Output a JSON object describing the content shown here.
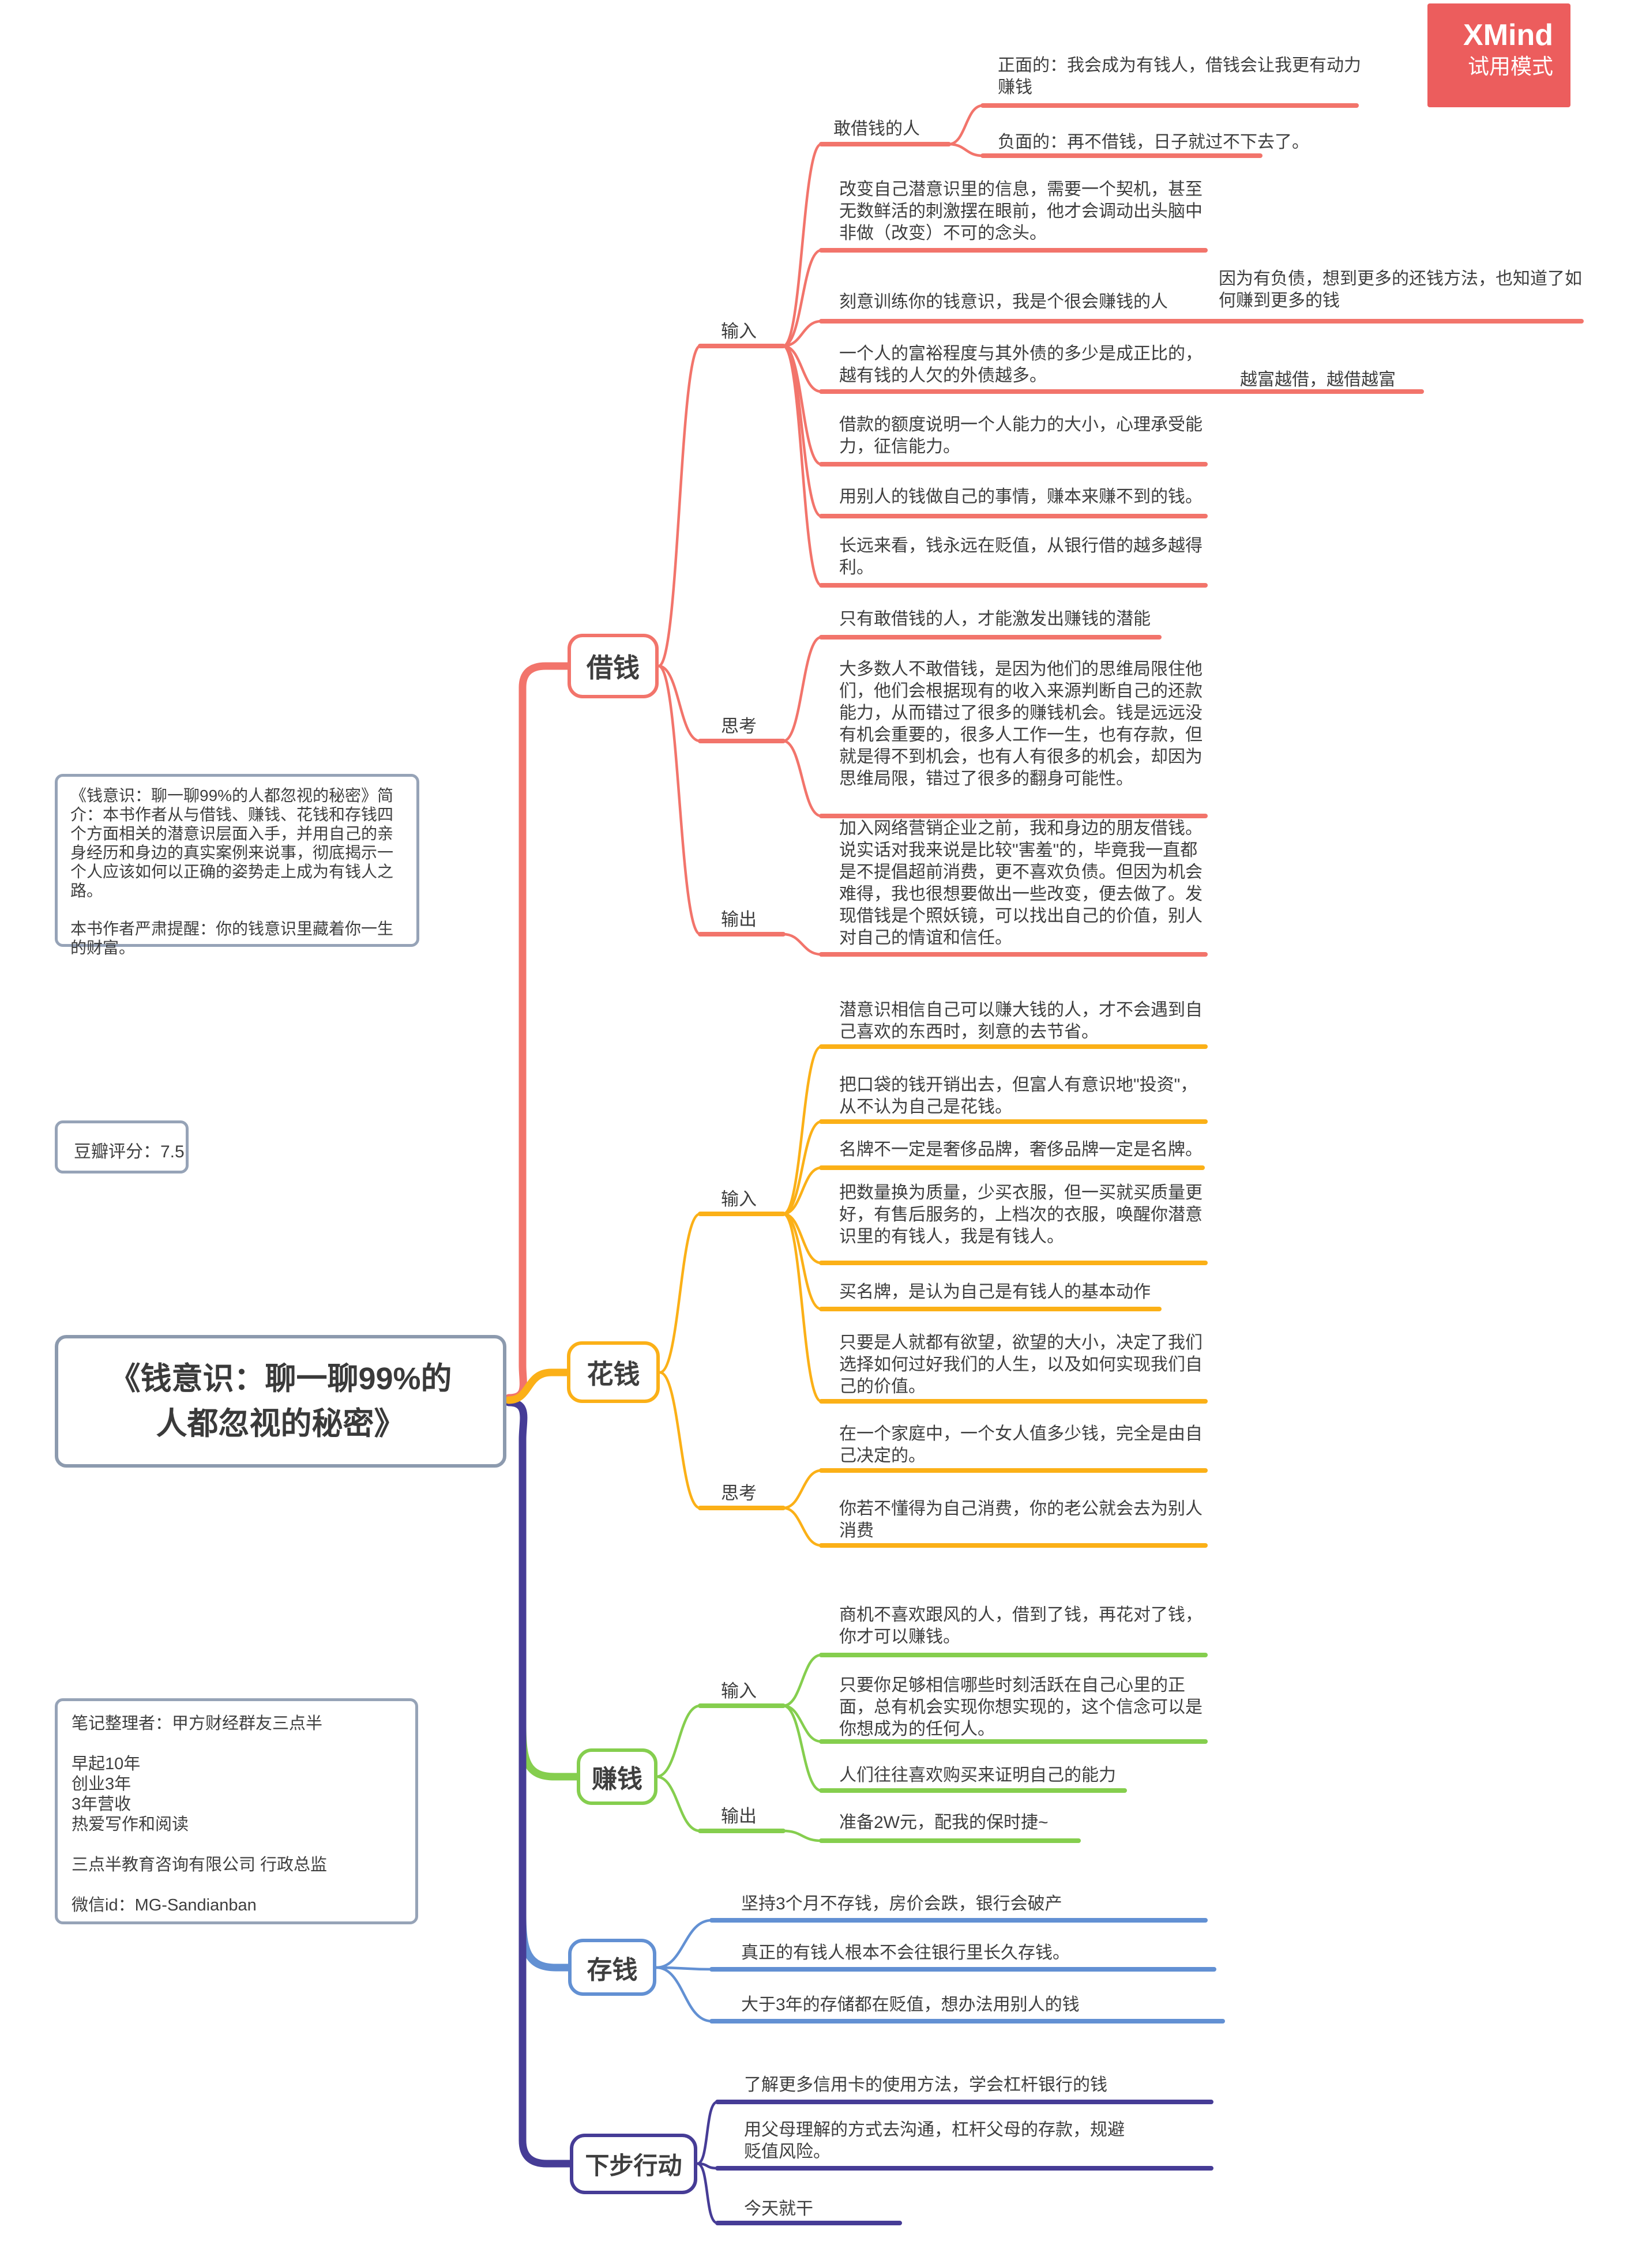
{
  "logo": {
    "title": "XMind",
    "mode": "试用模式"
  },
  "floating": {
    "intro": "《钱意识：聊一聊99%的人都忽视的秘密》简介：本书作者从与借钱、赚钱、花钱和存钱四个方面相关的潜意识层面入手，并用自己的亲身经历和身边的真实案例来说事，彻底揭示一个人应该如何以正确的姿势走上成为有钱人之路。\n\n本书作者严肃提醒：你的钱意识里藏着你一生的财富。",
    "douban": "豆瓣评分：7.5",
    "organizer": "笔记整理者：甲方财经群友三点半\n\n早起10年\n创业3年\n3年营收\n热爱写作和阅读\n\n三点半教育咨询有限公司 行政总监\n\n微信id：MG-Sandianban"
  },
  "map": {
    "central_title": "《钱意识：聊一聊99%的\n人都忽视的秘密》",
    "colors": {
      "borrow": "#f2746b",
      "spend": "#fbb017",
      "earn": "#85ce4e",
      "save": "#6290d3",
      "next": "#463c96"
    },
    "branches": {
      "borrow": {
        "label": "借钱",
        "input_label": "输入",
        "think_label": "思考",
        "output_label": "输出",
        "input": {
          "dare": "敢借钱的人",
          "dare_positive": "正面的：我会成为有钱人，借钱会让我更有动力赚钱",
          "dare_negative": "负面的：再不借钱，日子就过不下去了。",
          "change": "改变自己潜意识里的信息，需要一个契机，甚至无数鲜活的刺激摆在眼前，他才会调动出头脑中非做（改变）不可的念头。",
          "train": "刻意训练你的钱意识，我是个很会赚钱的人",
          "train_debt": "因为有负债，想到更多的还钱方法，也知道了如何赚到更多的钱",
          "rich_ratio": "一个人的富裕程度与其外债的多少是成正比的，越有钱的人欠的外债越多。",
          "rich_loop": "越富越借，越借越富",
          "quota": "借款的额度说明一个人能力的大小，心理承受能力，征信能力。",
          "use_others": "用别人的钱做自己的事情，赚本来赚不到的钱。",
          "devalue": "长远来看，钱永远在贬值，从银行借的越多越得利。"
        },
        "think": {
          "dare_potential": "只有敢借钱的人，才能激发出赚钱的潜能",
          "majority": "大多数人不敢借钱，是因为他们的思维局限住他们，他们会根据现有的收入来源判断自己的还款能力，从而错过了很多的赚钱机会。钱是远远没有机会重要的，很多人工作一生，也有存款，但就是得不到机会，也有人有很多的机会，却因为思维局限，错过了很多的翻身可能性。"
        },
        "output": {
          "join": "加入网络营销企业之前，我和身边的朋友借钱。说实话对我来说是比较\"害羞\"的，毕竟我一直都是不提倡超前消费，更不喜欢负债。但因为机会难得，我也很想要做出一些改变，便去做了。发现借钱是个照妖镜，可以找出自己的价值，别人对自己的情谊和信任。"
        }
      },
      "spend": {
        "label": "花钱",
        "input_label": "输入",
        "think_label": "思考",
        "input": {
          "subconscious": "潜意识相信自己可以赚大钱的人，才不会遇到自己喜欢的东西时，刻意的去节省。",
          "pocket": "把口袋的钱开销出去，但富人有意识地\"投资\"，从不认为自己是花钱。",
          "brand": "名牌不一定是奢侈品牌，奢侈品牌一定是名牌。",
          "quality": "把数量换为质量，少买衣服，但一买就买质量更好，有售后服务的，上档次的衣服，唤醒你潜意识里的有钱人，我是有钱人。",
          "famous": "买名牌，是认为自己是有钱人的基本动作",
          "desire": "只要是人就都有欲望，欲望的大小，决定了我们选择如何过好我们的人生，以及如何实现我们自己的价值。"
        },
        "think": {
          "family": "在一个家庭中，一个女人值多少钱，完全是由自己决定的。",
          "consume": "你若不懂得为自己消费，你的老公就会去为别人消费"
        }
      },
      "earn": {
        "label": "赚钱",
        "input_label": "输入",
        "output_label": "输出",
        "input": {
          "opportunity": "商机不喜欢跟风的人，借到了钱，再花对了钱，你才可以赚钱。",
          "believe": "只要你足够相信哪些时刻活跃在自己心里的正面，总有机会实现你想实现的，这个信念可以是你想成为的任何人。",
          "buy_prove": "人们往往喜欢购买来证明自己的能力"
        },
        "output": {
          "porsche": "准备2W元，配我的保时捷~"
        }
      },
      "save": {
        "label": "存钱",
        "items": [
          "坚持3个月不存钱，房价会跌，银行会破产",
          "真正的有钱人根本不会往银行里长久存钱。",
          "大于3年的存储都在贬值，想办法用别人的钱"
        ]
      },
      "next": {
        "label": "下步行动",
        "items": [
          "了解更多信用卡的使用方法，学会杠杆银行的钱",
          "用父母理解的方式去沟通，杠杆父母的存款，规避贬值风险。",
          "今天就干"
        ]
      }
    }
  }
}
